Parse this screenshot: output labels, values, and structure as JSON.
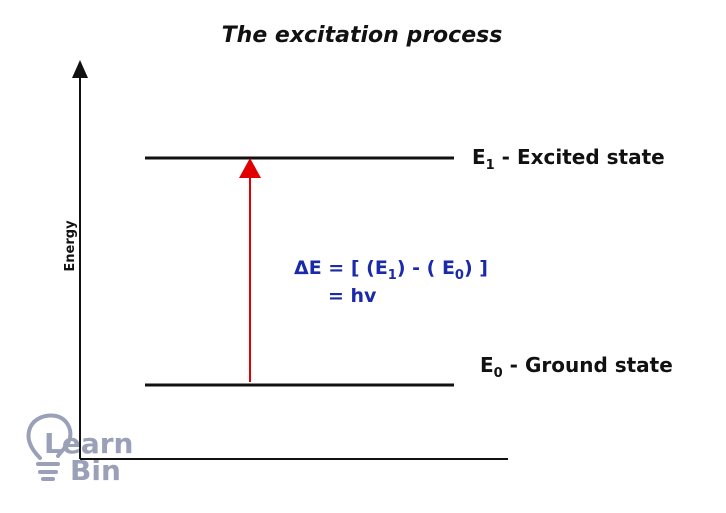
{
  "title": "The excitation process",
  "axis": {
    "label": "Energy"
  },
  "levels": {
    "excited": {
      "symbol": "E",
      "subscript": "1",
      "text": " - Excited state"
    },
    "ground": {
      "symbol": "E",
      "subscript": "0",
      "text": " - Ground state"
    }
  },
  "equation": {
    "line1_parts": [
      "ΔE = [ (E",
      "1",
      ") - ( E",
      "0",
      ") ]"
    ],
    "line2": "= hv"
  },
  "logo": {
    "word1": "Learn",
    "word2": "Bin"
  },
  "colors": {
    "arrow": "#e00000",
    "equation": "#1a2aa8",
    "logo": "#9aa0b8",
    "line": "#111111"
  }
}
